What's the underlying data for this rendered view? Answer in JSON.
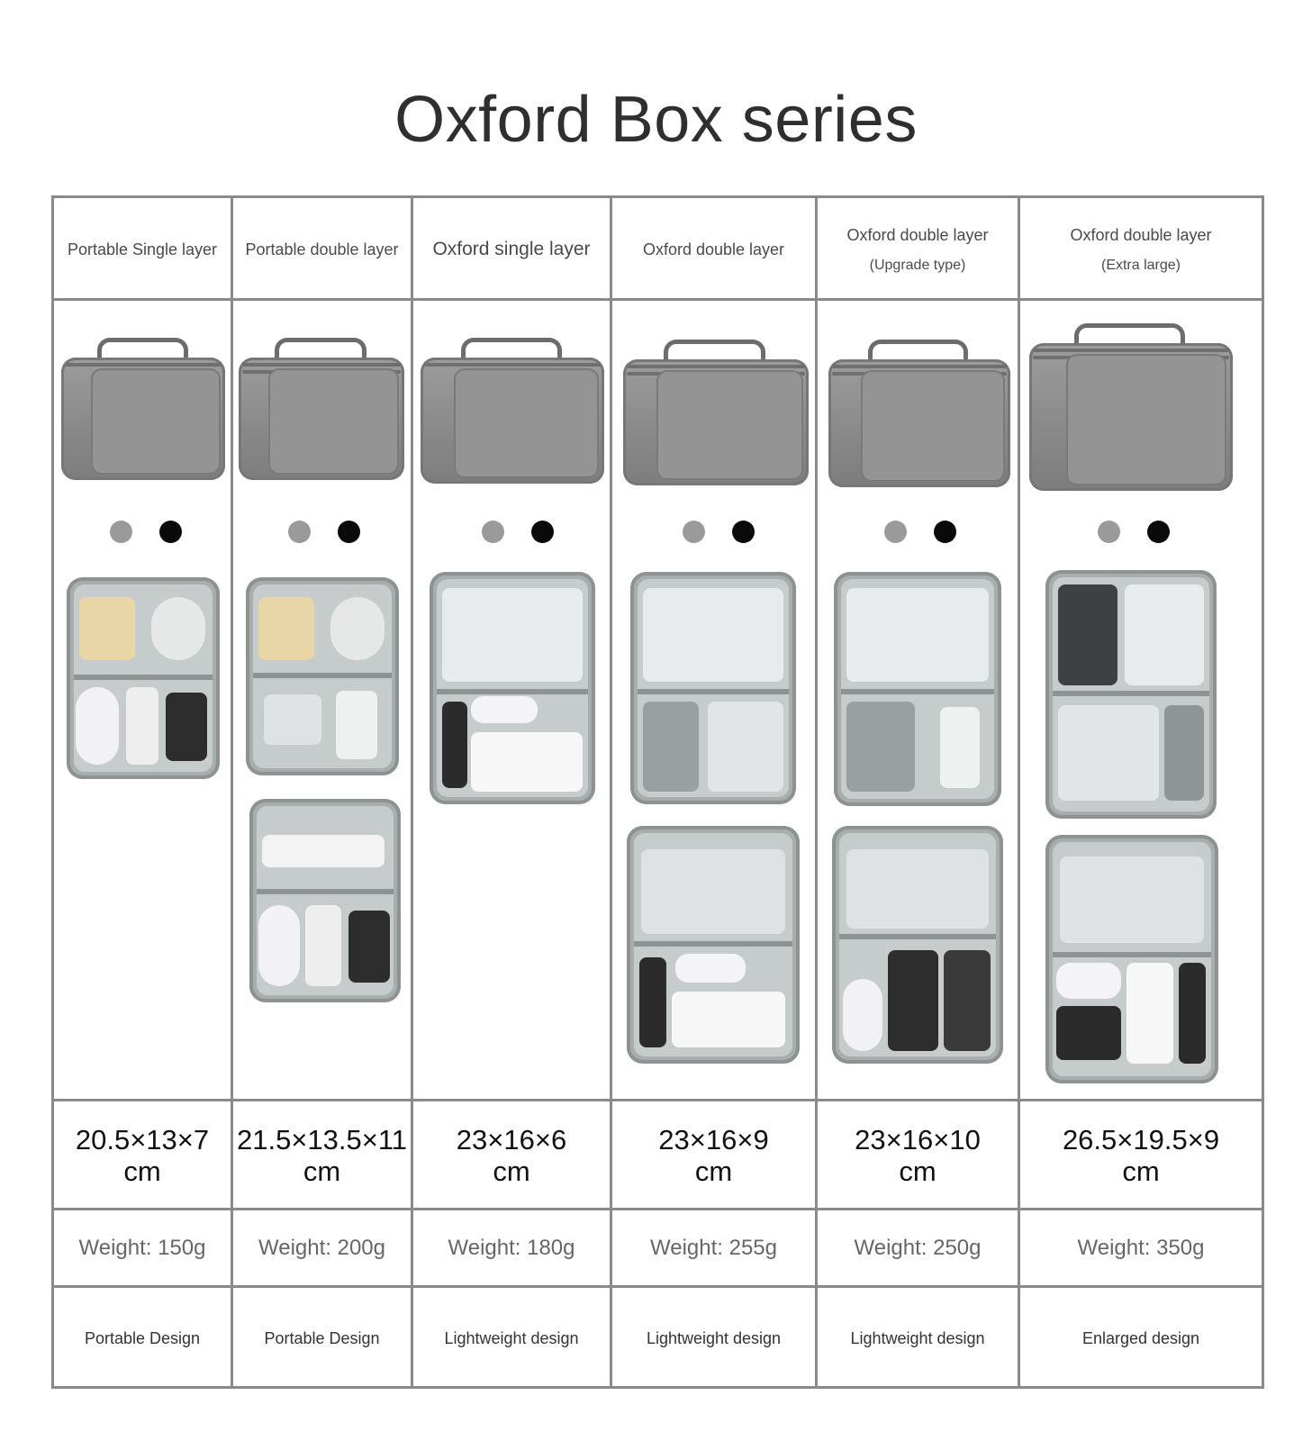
{
  "title": "Oxford Box series",
  "colors": {
    "grid_line": "#8a8a8a",
    "bag_grey": "#8f8f8f",
    "swatch_grey": "#9a9a9a",
    "swatch_black": "#0a0a0a"
  },
  "products": [
    {
      "name": "Portable Single layer",
      "subtitle": "",
      "dim_line1": "20.5×13×7",
      "dim_line2": "cm",
      "weight": "Weight: 150g",
      "feature": "Portable Design",
      "swatches": [
        "grey",
        "black"
      ]
    },
    {
      "name": "Portable double layer",
      "subtitle": "",
      "dim_line1": "21.5×13.5×11",
      "dim_line2": "cm",
      "weight": "Weight: 200g",
      "feature": "Portable Design",
      "swatches": [
        "grey",
        "black"
      ]
    },
    {
      "name": "Oxford single layer",
      "subtitle": "",
      "dim_line1": "23×16×6",
      "dim_line2": "cm",
      "weight": "Weight: 180g",
      "feature": "Lightweight design",
      "swatches": [
        "grey",
        "black"
      ]
    },
    {
      "name": "Oxford double layer",
      "subtitle": "",
      "dim_line1": "23×16×9",
      "dim_line2": "cm",
      "weight": "Weight: 255g",
      "feature": "Lightweight design",
      "swatches": [
        "grey",
        "black"
      ]
    },
    {
      "name": "Oxford double layer",
      "subtitle": "(Upgrade type)",
      "dim_line1": "23×16×10",
      "dim_line2": "cm",
      "weight": "Weight: 250g",
      "feature": "Lightweight design",
      "swatches": [
        "grey",
        "black"
      ]
    },
    {
      "name": "Oxford double layer",
      "subtitle": "(Extra large)",
      "dim_line1": "26.5×19.5×9",
      "dim_line2": "cm",
      "weight": "Weight: 350g",
      "feature": "Enlarged design",
      "swatches": [
        "grey",
        "black"
      ]
    }
  ]
}
